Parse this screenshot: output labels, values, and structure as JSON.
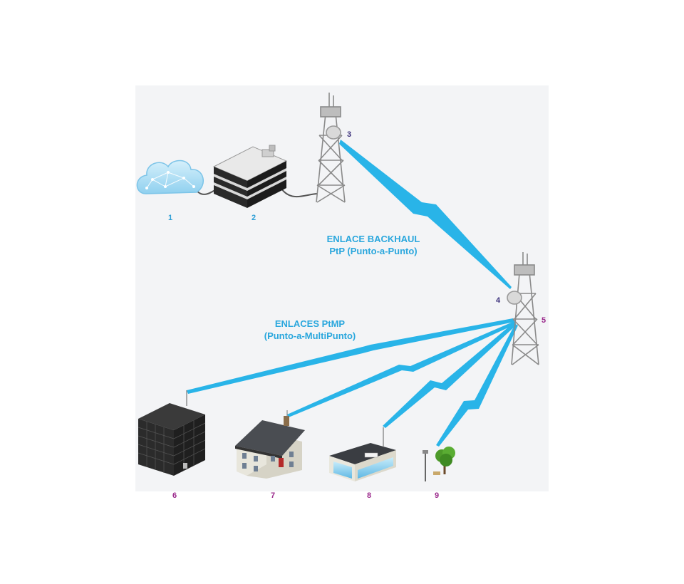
{
  "colors": {
    "link": "#29b4e8",
    "label_blue": "#2aa7dd",
    "num_blue": "#2d9fd6",
    "num_dark": "#3a2f7a",
    "num_magenta": "#9b2a8c"
  },
  "labels": {
    "backhaul_line1": "ENLACE BACKHAUL",
    "backhaul_line2": "PtP (Punto-a-Punto)",
    "ptmp_line1": "ENLACES PtMP",
    "ptmp_line2": "(Punto-a-MultiPunto)"
  },
  "numbers": {
    "n1": "1",
    "n2": "2",
    "n3": "3",
    "n4": "4",
    "n5": "5",
    "n6": "6",
    "n7": "7",
    "n8": "8",
    "n9": "9"
  },
  "icons": {
    "cloud": "cloud-network-icon",
    "datacenter": "datacenter-icon",
    "tower_main": "tower-icon",
    "tower_remote": "tower-icon",
    "office": "office-building-icon",
    "house": "house-icon",
    "shop": "shop-icon",
    "streetlight": "streetlight-tree-icon"
  }
}
